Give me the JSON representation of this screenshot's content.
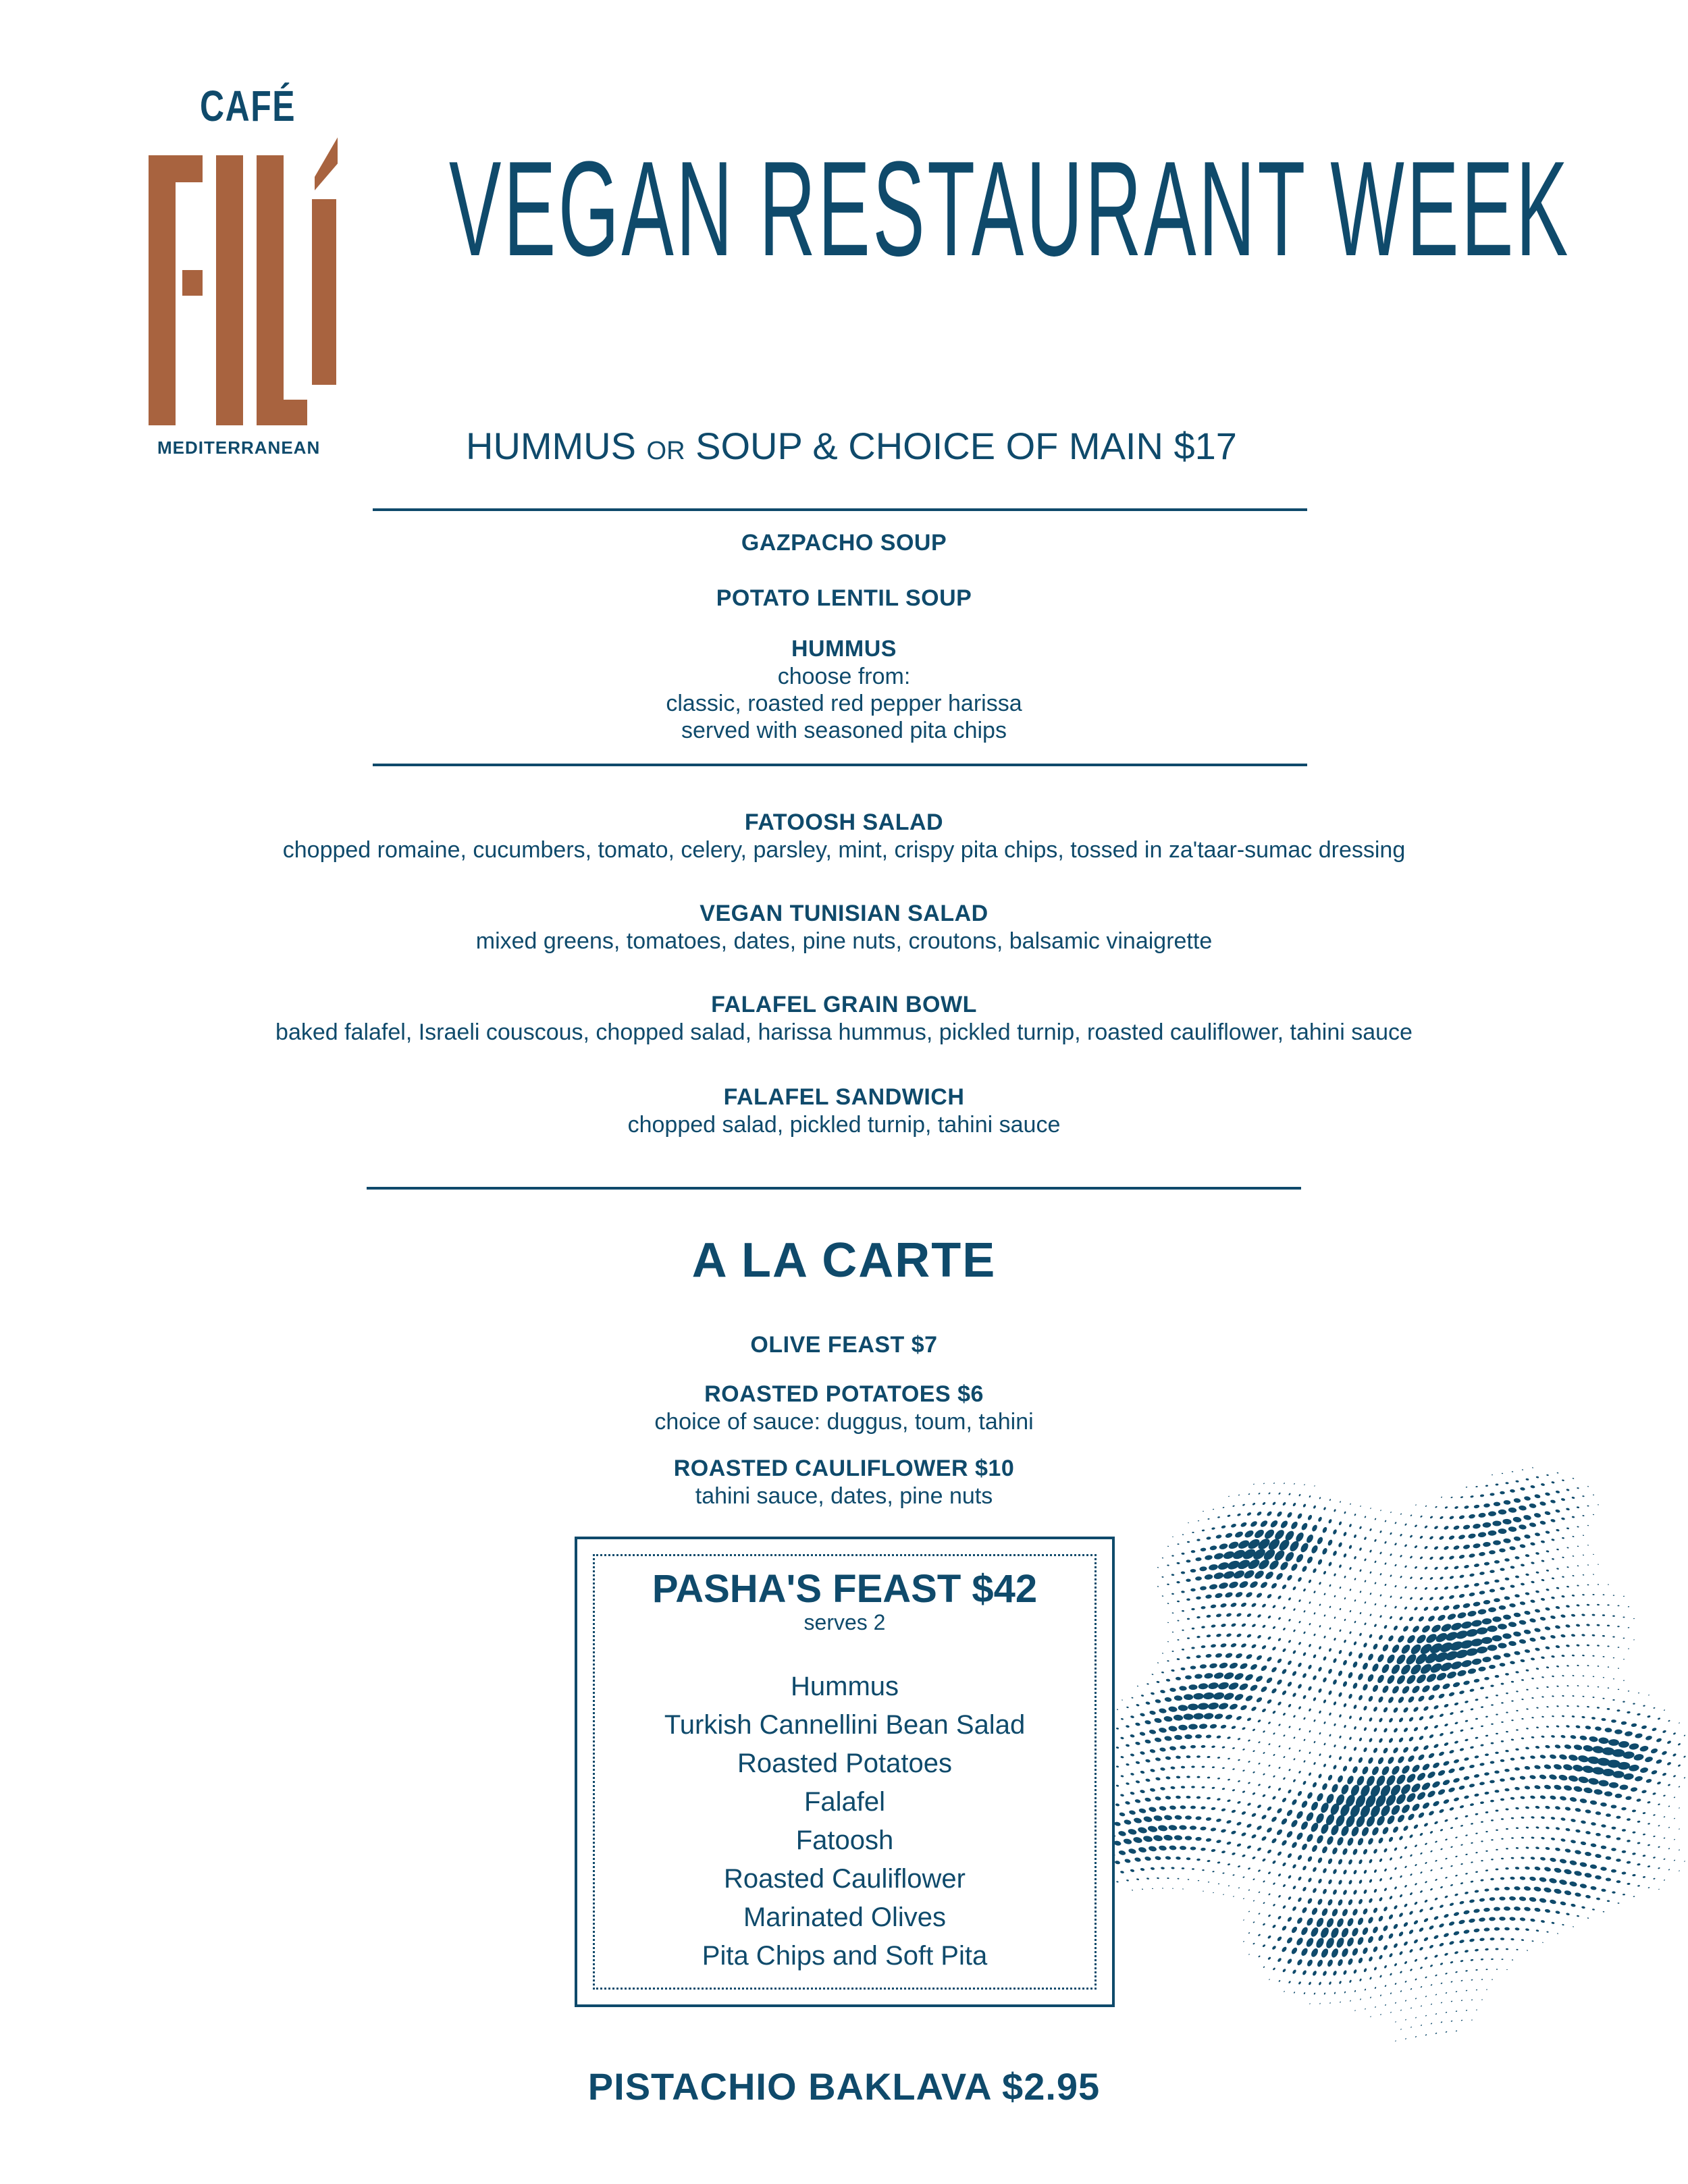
{
  "brand": {
    "cafe": "CAFÉ",
    "name": "FILÍ",
    "tagline": "MEDITERRANEAN",
    "primary_color": "#0f4a6b",
    "accent_color": "#a8633f"
  },
  "title": "VEGAN RESTAURANT WEEK",
  "prix_fixe": {
    "heading_part1": "HUMMUS ",
    "heading_or": "OR",
    "heading_part2": " SOUP & CHOICE OF MAIN  $17",
    "starters": [
      {
        "name": "GAZPACHO SOUP"
      },
      {
        "name": "POTATO LENTIL SOUP"
      },
      {
        "name": "HUMMUS",
        "desc1": "choose from:",
        "desc2": "classic, roasted red pepper harissa",
        "desc3": "served with seasoned pita chips"
      }
    ],
    "mains": [
      {
        "name": "FATOOSH SALAD",
        "desc": "chopped romaine, cucumbers, tomato, celery, parsley, mint, crispy pita chips, tossed in za'taar-sumac dressing"
      },
      {
        "name": "VEGAN TUNISIAN SALAD",
        "desc": "mixed greens,  tomatoes, dates, pine nuts, croutons, balsamic vinaigrette"
      },
      {
        "name": "FALAFEL GRAIN BOWL",
        "desc": "baked falafel, Israeli couscous, chopped salad, harissa hummus, pickled turnip, roasted cauliflower, tahini sauce"
      },
      {
        "name": "FALAFEL SANDWICH",
        "desc": "chopped salad,  pickled turnip, tahini sauce"
      }
    ]
  },
  "a_la_carte": {
    "title": "A LA CARTE",
    "items": [
      {
        "name": "OLIVE FEAST  $7"
      },
      {
        "name": "ROASTED POTATOES  $6",
        "desc": "choice of sauce:  duggus, toum, tahini"
      },
      {
        "name": "ROASTED CAULIFLOWER  $10",
        "desc": "tahini sauce, dates, pine nuts"
      }
    ]
  },
  "feast": {
    "title": "PASHA'S FEAST $42",
    "serves": "serves 2",
    "items": [
      "Hummus",
      "Turkish Cannellini Bean Salad",
      "Roasted Potatoes",
      "Falafel",
      "Fatoosh",
      "Roasted Cauliflower",
      "Marinated Olives",
      "Pita Chips and Soft Pita"
    ]
  },
  "dessert": "PISTACHIO BAKLAVA  $2.95"
}
